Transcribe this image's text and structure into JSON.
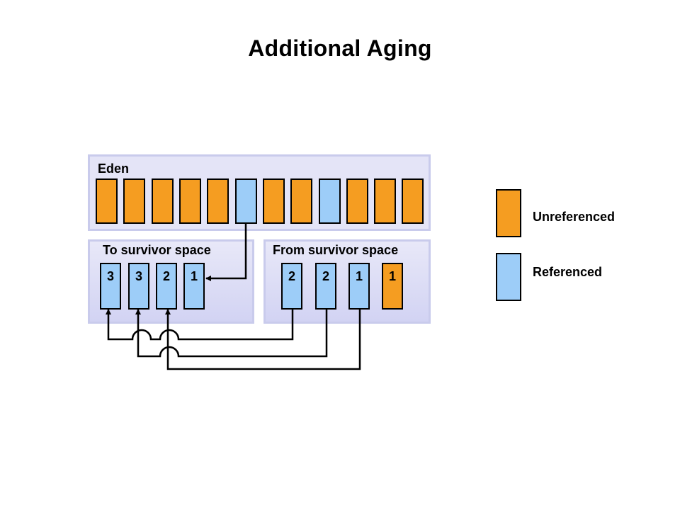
{
  "title": "Additional Aging",
  "regions": {
    "eden": "Eden",
    "to_survivor": "To survivor  space",
    "from_survivor": "From survivor  space"
  },
  "eden_objects": [
    "unreferenced",
    "unreferenced",
    "unreferenced",
    "unreferenced",
    "unreferenced",
    "referenced",
    "unreferenced",
    "unreferenced",
    "referenced",
    "unreferenced",
    "unreferenced",
    "unreferenced"
  ],
  "to_survivor_objects": [
    {
      "age": "3",
      "state": "referenced"
    },
    {
      "age": "3",
      "state": "referenced"
    },
    {
      "age": "2",
      "state": "referenced"
    },
    {
      "age": "1",
      "state": "referenced"
    }
  ],
  "from_survivor_objects": [
    {
      "age": "2",
      "state": "referenced"
    },
    {
      "age": "2",
      "state": "referenced"
    },
    {
      "age": "1",
      "state": "referenced"
    },
    {
      "age": "1",
      "state": "unreferenced"
    }
  ],
  "legend": {
    "unreferenced": "Unreferenced",
    "referenced": "Referenced"
  },
  "colors": {
    "unreferenced": "#f59d21",
    "referenced": "#9dcdf8",
    "region_fill": "#e4e4f7",
    "region_border": "#c9cbec"
  }
}
